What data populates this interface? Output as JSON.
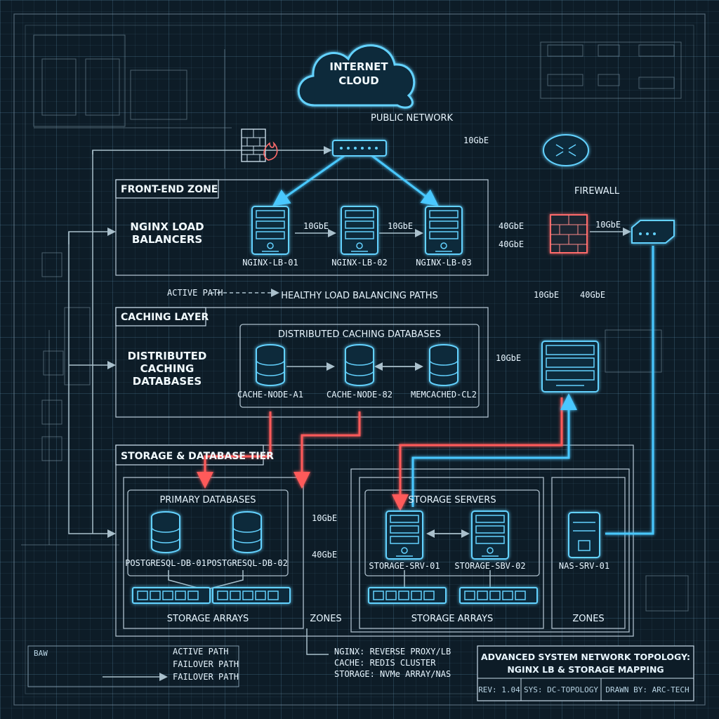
{
  "diagram": {
    "internet": {
      "line1": "INTERNET",
      "line2": "CLOUD"
    },
    "public_network": "PUBLIC NETWORK",
    "link_10gbe": "10GbE",
    "link_40gbe": "40GbE",
    "firewall_label": "FIREWALL",
    "front_end": {
      "zone_title": "FRONT-END ZONE",
      "desc_line1": "NGINX LOAD",
      "desc_line2": "BALANCERS",
      "nodes": [
        "NGINX-LB-01",
        "NGINX-LB-02",
        "NGINX-LB-03"
      ]
    },
    "active_path_hint": "ACTIVE PATH",
    "healthy_paths": "HEALTHY LOAD BALANCING PATHS",
    "caching": {
      "zone_title": "CACHING LAYER",
      "desc_line1": "DISTRIBUTED",
      "desc_line2": "CACHING",
      "desc_line3": "DATABASES",
      "inner_title": "DISTRIBUTED CACHING DATABASES",
      "nodes": [
        "CACHE-NODE-A1",
        "CACHE-NODE-82",
        "MEMCACHED-CL2"
      ]
    },
    "storage": {
      "zone_title": "STORAGE & DATABASE TIER",
      "primary_title": "PRIMARY DATABASES",
      "db_nodes": [
        "POSTGRESQL-DB-01",
        "POSTGRESQL-DB-02"
      ],
      "servers_title": "STORAGE SERVERS",
      "server_nodes": [
        "STORAGE-SRV-01",
        "STORAGE-SBV-02"
      ],
      "nas_node": "NAS-SRV-01",
      "arrays_label": "STORAGE ARRAYS",
      "zones_label": "ZONES"
    },
    "legend": {
      "tag": "BAW",
      "items": [
        "ACTIVE PATH",
        "FAILOVER PATH",
        "FAILOVER PATH"
      ]
    },
    "notes": [
      "NGINX: REVERSE PROXY/LB",
      "CACHE: REDIS CLUSTER",
      "STORAGE: NVMe ARRAY/NAS"
    ],
    "title_block": {
      "line1": "ADVANCED SYSTEM NETWORK TOPOLOGY:",
      "line2": "NGINX LB & STORAGE MAPPING",
      "rev": "REV: 1.04",
      "sys": "SYS: DC-TOPOLOGY",
      "drawn": "DRAWN BY: ARC-TECH"
    }
  },
  "colors": {
    "active": "#ff5a5a",
    "failover": "#48c8ff",
    "secondary": "#aac0cc",
    "device": "#63d2ff"
  }
}
